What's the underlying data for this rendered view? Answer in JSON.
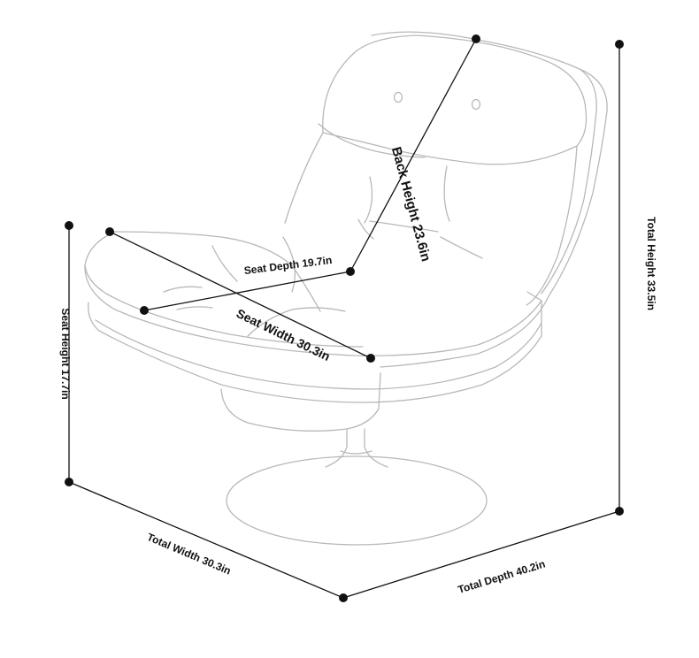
{
  "colors": {
    "background": "#ffffff",
    "chair_outline": "#b8b8b8",
    "dimension_line": "#111111",
    "label_text": "#111111"
  },
  "labels": {
    "back_height": "Back Height 23.6in",
    "seat_depth": "Seat Depth 19.7in",
    "seat_width": "Seat Width 30.3in",
    "seat_height": "Seat Height 17.7in",
    "total_height": "Total Height 33.5in",
    "total_width": "Total Width 30.3in",
    "total_depth": "Total Depth 40.2in"
  }
}
